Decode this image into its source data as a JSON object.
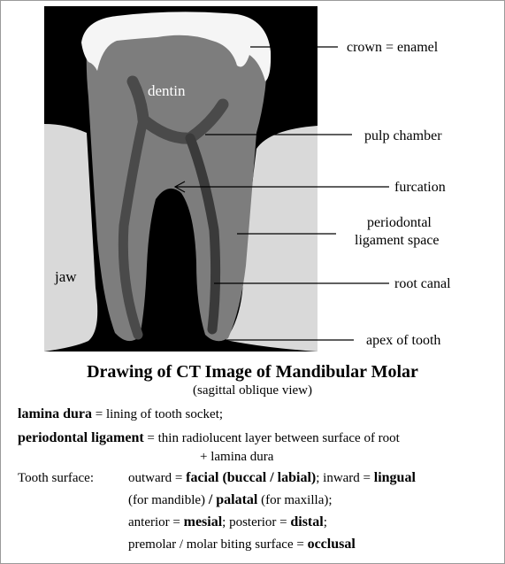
{
  "labels": {
    "crown": "crown = enamel",
    "dentin": "dentin",
    "pulp_chamber": "pulp chamber",
    "furcation": "furcation",
    "pdl_line1": "periodontal",
    "pdl_line2": "ligament space",
    "jaw": "jaw",
    "root_canal": "root canal",
    "apex": "apex of tooth"
  },
  "title": "Drawing of CT Image of Mandibular Molar",
  "subtitle": "(sagittal oblique view)",
  "definitions": {
    "lamina_term": "lamina dura",
    "lamina_def": " =  lining of tooth socket;",
    "pdl_term": "periodontal ligament",
    "pdl_def": " = thin radiolucent layer between surface of root",
    "pdl_def2": "+ lamina dura",
    "surface_intro": "Tooth surface:",
    "outward_prefix": "outward = ",
    "facial": "facial (buccal / labial)",
    "inward_prefix": ";  inward = ",
    "lingual": "lingual",
    "for_mandible": "(for mandible) ",
    "palatal": "/ palatal",
    "for_maxilla": " (for maxilla);",
    "anterior_prefix": "anterior = ",
    "mesial": "mesial",
    "posterior_prefix": ";  posterior = ",
    "distal": "distal",
    "distal_suffix": ";",
    "premolar_prefix": "premolar / molar biting surface = ",
    "occlusal": "occlusal"
  },
  "colors": {
    "background_dark": "#000000",
    "jaw": "#d9d9d9",
    "enamel": "#f5f5f5",
    "dentin": "#7d7d7d",
    "pulp": "#4a4a4a",
    "root_canal": "#3a3a3a"
  }
}
